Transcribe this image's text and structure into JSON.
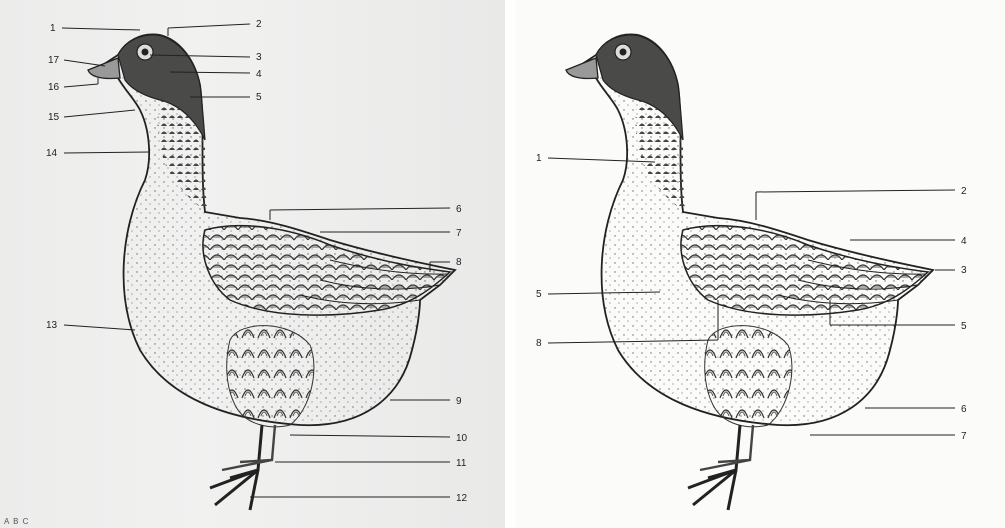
{
  "left_diagram": {
    "labels": [
      "1",
      "2",
      "17",
      "3",
      "16",
      "4",
      "5",
      "15",
      "14",
      "6",
      "7",
      "8",
      "13",
      "9",
      "10",
      "11",
      "12"
    ]
  },
  "right_diagram": {
    "labels": [
      "1",
      "2",
      "4",
      "3",
      "5",
      "5",
      "8",
      "6",
      "7"
    ]
  },
  "corner_text": "A B C"
}
